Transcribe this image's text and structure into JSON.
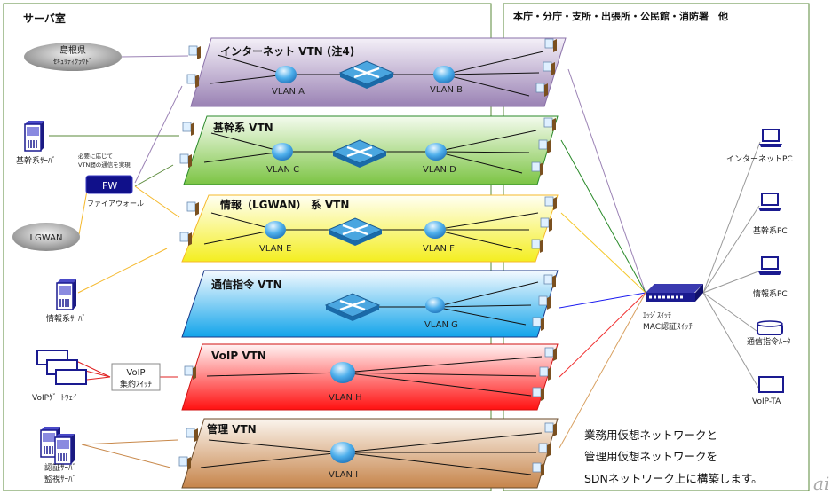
{
  "panels": {
    "server_room": "サーバ室",
    "branches": "本庁・分庁・支所・出張所・公民館・消防署　他"
  },
  "vtns": [
    {
      "title": "インターネット VTN (注4)",
      "vlans": [
        "VLAN A",
        "VLAN B"
      ],
      "color": "#9b82b5"
    },
    {
      "title": "基幹系 VTN",
      "vlans": [
        "VLAN C",
        "VLAN D"
      ],
      "color": "#7fc24a"
    },
    {
      "title": "情報（LGWAN） 系 VTN",
      "vlans": [
        "VLAN E",
        "VLAN F"
      ],
      "color": "#f2ea30"
    },
    {
      "title": "通信指令 VTN",
      "vlans": [
        "VLAN G"
      ],
      "color": "#1aa7e8"
    },
    {
      "title": "VoIP VTN",
      "vlans": [
        "VLAN H"
      ],
      "color": "#ff1a1a"
    },
    {
      "title": "管理 VTN",
      "vlans": [
        "VLAN I"
      ],
      "color": "#c8884a"
    }
  ],
  "left_devices": {
    "shimane_cloud": [
      "島根県",
      "ｾｷｭﾘﾃｨｸﾗｳﾄﾞ"
    ],
    "kikan_server": "基幹系ｻｰﾊﾞ",
    "fw_note": [
      "必要に応じて",
      "VTN間の通信を実現"
    ],
    "fw": "FW",
    "fw_label": "ファイアウォール",
    "lgwan": "LGWAN",
    "joho_server": "情報系ｻｰﾊﾞ",
    "voip_gateway": "VoIPｹﾞｰﾄｳｪｲ",
    "voip_switch": [
      "VoIP",
      "集約ｽｲｯﾁ"
    ],
    "auth_servers": [
      "認証ｻｰﾊﾞ",
      "監視ｻｰﾊﾞ"
    ]
  },
  "right_devices": {
    "edge_switch": [
      "ｴｯｼﾞｽｲｯﾁ",
      "MAC認証ｽｲｯﾁ"
    ],
    "endpoints": [
      "インターネットPC",
      "基幹系PC",
      "情報系PC",
      "通信指令ﾙｰﾀ",
      "VoIP-TA"
    ]
  },
  "caption": [
    "業務用仮想ネットワークと",
    "管理用仮想ネットワークを",
    "SDNネットワーク上に構築します。"
  ],
  "watermark": "ai"
}
